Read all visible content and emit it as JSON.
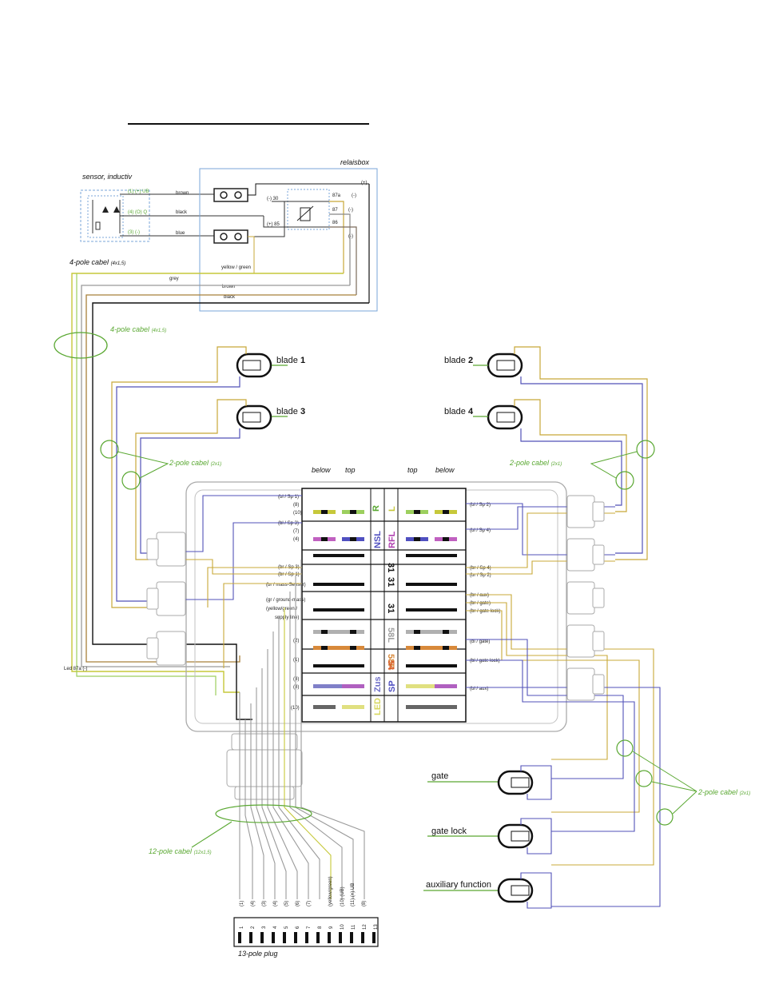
{
  "sensor": {
    "title": "sensor, inductiv",
    "wire_colors": [
      "brown",
      "black",
      "blue"
    ],
    "wire_tags": [
      "(1) (+) UB",
      "(4) (O) Q",
      "(3) (-)"
    ]
  },
  "relaisbox": {
    "title": "relaisbox",
    "pins": [
      "(-) 30",
      "(+) 85",
      "87a",
      "87",
      "86"
    ],
    "signs": [
      "(+)",
      "(-)",
      "(-)",
      "(-)"
    ]
  },
  "cables": {
    "four_pole_upper": "4-pole cabel",
    "four_pole_upper_spec": "(4x1,5)",
    "four_pole_lower": "4-pole cabel",
    "four_pole_lower_spec": "(4x1,5)",
    "two_pole": "2-pole cabel",
    "two_pole_spec": "(2x1)",
    "twelve_pole": "12-pole cabel",
    "twelve_pole_spec": "(12x1,5)",
    "plug": "13-pole plug"
  },
  "wires": [
    "yellow / green",
    "grey",
    "brown",
    "black"
  ],
  "lamps": {
    "blade1": {
      "name": "blade",
      "num": "1"
    },
    "blade2": {
      "name": "blade",
      "num": "2"
    },
    "blade3": {
      "name": "blade",
      "num": "3"
    },
    "blade4": {
      "name": "blade",
      "num": "4"
    },
    "gate": "gate",
    "gate_lock": "gate lock",
    "aux": "auxiliary function"
  },
  "box_headers": {
    "left_below": "below",
    "left_top": "top",
    "right_top": "top",
    "right_below": "below"
  },
  "fuse_labels": [
    "R",
    "L",
    "NSL",
    "RFL",
    "31",
    "31",
    "31",
    "58L",
    "58R",
    "54",
    "Zus",
    "SP",
    "LED"
  ],
  "left_tags": [
    "(bl / Sp 1)",
    "(8)",
    "(10)",
    "(bl / Sp 3)",
    "(7)",
    "(4)",
    "(br / Sp 3)",
    "(br / Sp 1)",
    "(br / mass-Sensor)",
    "(gr / ground-mass)",
    "(yellow/green /",
    "supply line)",
    "(2)",
    "(1)",
    "(3)",
    "(8)",
    "(10)"
  ],
  "right_tags": [
    "(bl / Sp 2)",
    "(bl / Sp 4)",
    "(br / Sp 4)",
    "(br / Sp 2)",
    "(br / aux)",
    "(br / gate)",
    "(br / gate lock)",
    "(bl / gate)",
    "(bl / gate lock)",
    "(bl / aux)"
  ],
  "led_label": "Led 87a (-)",
  "plug_tags": [
    "(1)",
    "(4)",
    "(3)",
    "(4)",
    "(5)",
    "(6)",
    "(7)",
    "(yellow/green)",
    "(10) (UB)",
    "(11) (+) UB",
    "(8)"
  ],
  "plug_numbers": [
    "1",
    "2",
    "3",
    "4",
    "5",
    "6",
    "7",
    "8",
    "9",
    "10",
    "11",
    "12",
    "13"
  ]
}
